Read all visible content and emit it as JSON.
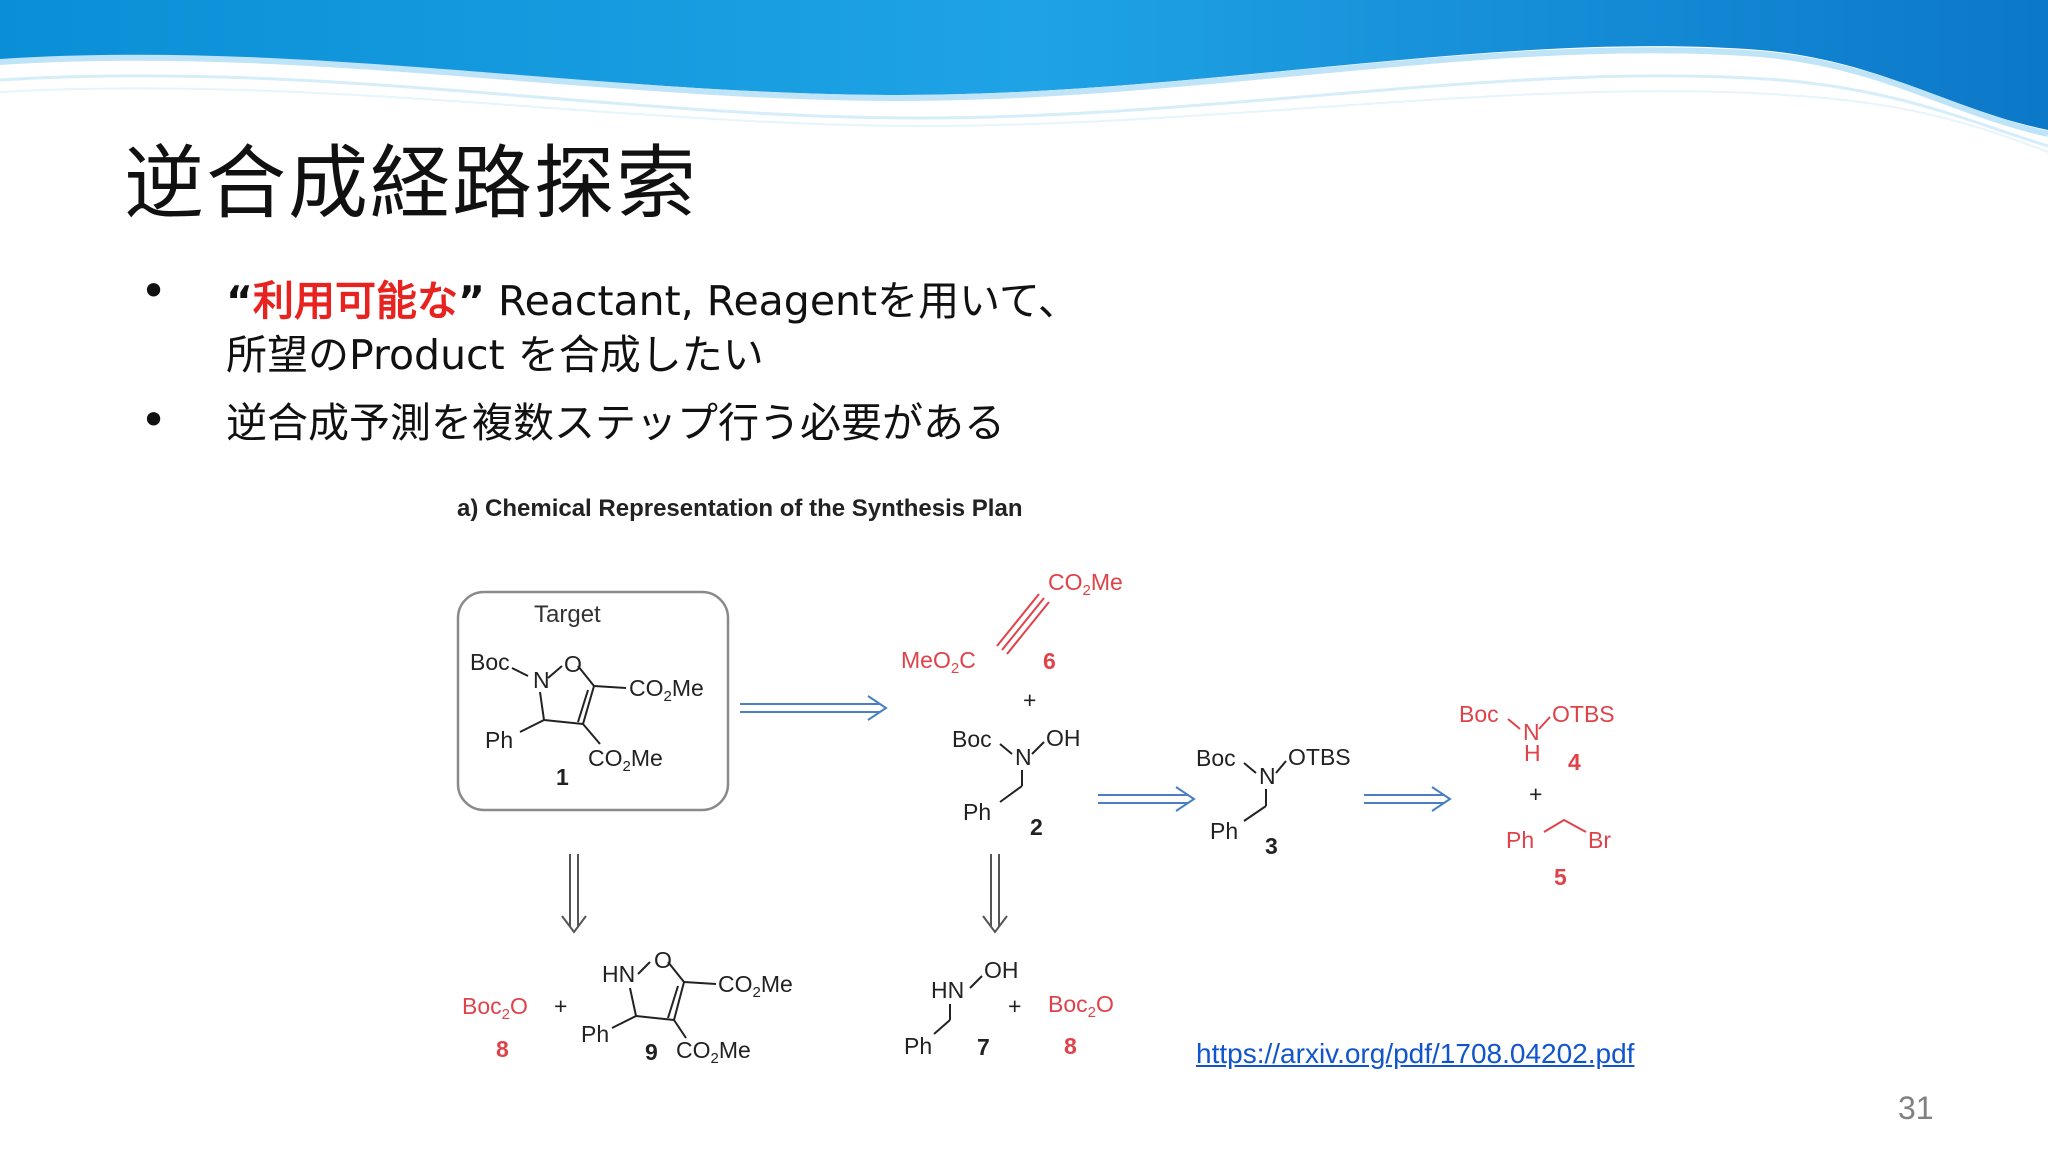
{
  "slide": {
    "title": "逆合成経路探索",
    "bullets": [
      {
        "open_quote": "“",
        "highlight": "利用可能な",
        "close_quote": "”",
        "line1_rest": " Reactant, Reagentを用いて、",
        "line2": "所望のProduct を合成したい"
      },
      {
        "text": "逆合成予測を複数ステップ行う必要がある"
      }
    ],
    "link": "https://arxiv.org/pdf/1708.04202.pdf",
    "page_number": "31"
  },
  "figure": {
    "caption": "a) Chemical Representation of the Synthesis Plan",
    "target_label": "Target",
    "compound_1": {
      "boc": "Boc",
      "n": "N",
      "o": "O",
      "ester_top": "CO",
      "ester_bottom": "CO",
      "sub": "2",
      "me": "Me",
      "ph": "Ph",
      "num": "1"
    },
    "compound_6": {
      "left": "MeO",
      "left_sub": "2",
      "left_end": "C",
      "top": "CO",
      "top_sub": "2",
      "top_end": "Me",
      "num": "6"
    },
    "compound_2": {
      "boc": "Boc",
      "n": "N",
      "oh": "OH",
      "ph": "Ph",
      "num": "2"
    },
    "compound_3": {
      "boc": "Boc",
      "n": "N",
      "otbs": "OTBS",
      "ph": "Ph",
      "num": "3"
    },
    "compound_4": {
      "boc": "Boc",
      "n": "N",
      "h": "H",
      "otbs": "OTBS",
      "num": "4"
    },
    "compound_5": {
      "ph": "Ph",
      "br": "Br",
      "num": "5"
    },
    "compound_8": {
      "boc": "Boc",
      "sub": "2",
      "o": "O",
      "num": "8"
    },
    "compound_9": {
      "hn": "HN",
      "o": "O",
      "ph": "Ph",
      "num": "9"
    },
    "compound_7": {
      "hn": "HN",
      "oh": "OH",
      "ph": "Ph",
      "num": "7"
    },
    "plus": "+",
    "colors": {
      "blue_arrow": "#4a7fc1",
      "red": "#e0424a",
      "black": "#222222"
    }
  }
}
